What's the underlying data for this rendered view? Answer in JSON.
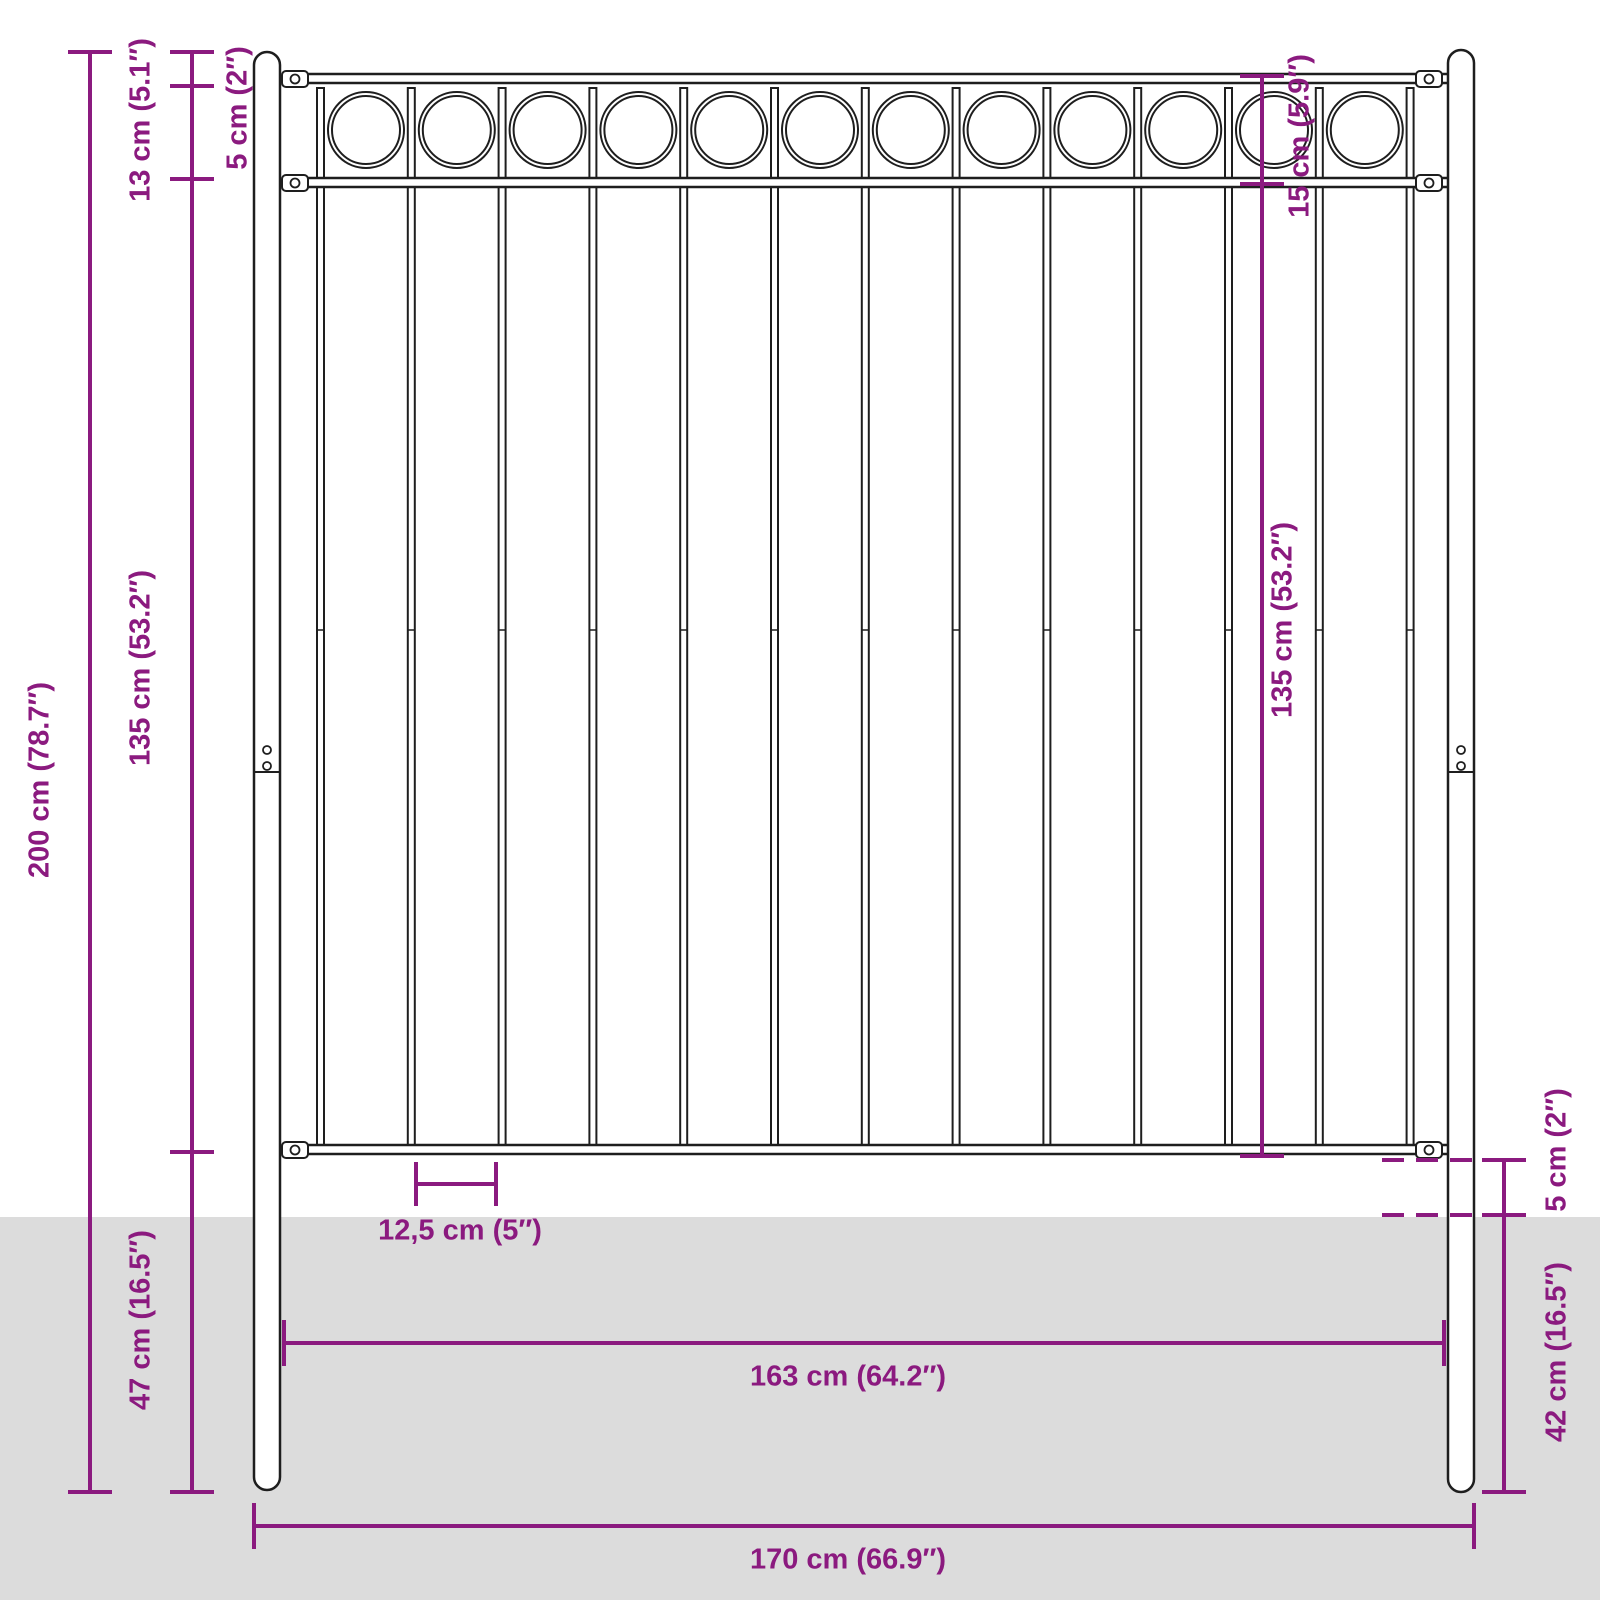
{
  "colors": {
    "dimension": "#8b1a7f",
    "ground": "#dcdcdc",
    "outline": "#1e1e1e"
  },
  "dimensions": {
    "total_height": "200 cm (78.7″)",
    "top_section": "13 cm (5.1″)",
    "ring_height": "5 cm (2″)",
    "panel_height_left": "135 cm (53.2″)",
    "leg_height_left": "47 cm (16.5″)",
    "ring_width": "15 cm (5.9″)",
    "panel_height_right": "135 cm (53.2″)",
    "bar_spacing": "12,5 cm (5″)",
    "ground_gap": "5 cm (2″)",
    "leg_height_right": "42 cm (16.5″)",
    "inner_width": "163 cm (64.2″)",
    "total_width": "170 cm (66.9″)"
  },
  "icons": [
    "fence-panel-icon",
    "bolt-icon"
  ]
}
